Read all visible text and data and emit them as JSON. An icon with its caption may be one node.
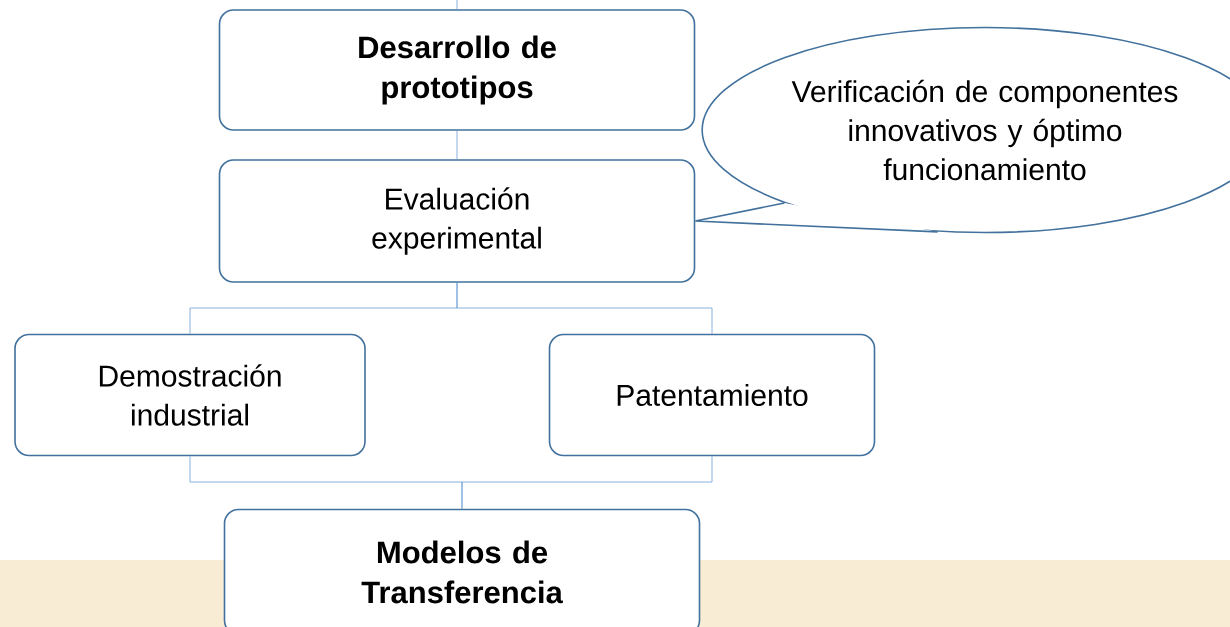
{
  "diagram": {
    "nodes": [
      {
        "text": [
          "Desarrollo de prototipos"
        ]
      },
      {
        "text": [
          "Evaluación experimental"
        ]
      },
      {
        "text": [
          "Verificación de componentes innovativos y óptimo funcionamiento"
        ]
      },
      {
        "text": [
          "Demostración industrial"
        ]
      },
      {
        "text": [
          "Patentamiento"
        ]
      },
      {
        "text": [
          "Modelos de Transferencia"
        ]
      }
    ],
    "edges": [
      {
        "from": null,
        "to": 0,
        "arrow": "none"
      },
      {
        "from": 0,
        "to": 1,
        "arrow": "none"
      },
      {
        "from": 2,
        "to": 1,
        "arrow": "none"
      },
      {
        "from": 1,
        "to": 3,
        "arrow": "none"
      },
      {
        "from": 1,
        "to": 4,
        "arrow": "none"
      },
      {
        "from": 3,
        "to": 5,
        "arrow": "none"
      },
      {
        "from": 4,
        "to": 5,
        "arrow": "none"
      }
    ]
  }
}
